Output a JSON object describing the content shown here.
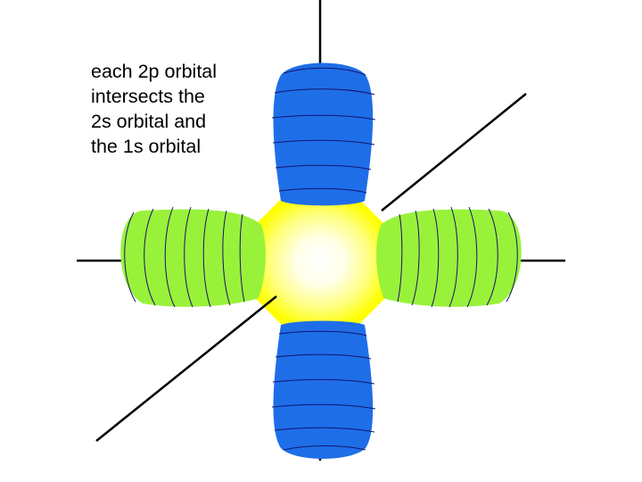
{
  "caption": {
    "lines": [
      "each 2p orbital",
      "intersects the",
      "2s orbital and",
      "the 1s orbital"
    ]
  },
  "colors": {
    "background": "#ffffff",
    "axis": "#000000",
    "lobe_vertical": "#1e6ee8",
    "lobe_horizontal": "#99f23a",
    "orbital_core_center": "#ffffff",
    "orbital_core_edge": "#ffff00",
    "contour": "#14146e"
  },
  "parts": [
    "axis-vertical",
    "axis-horizontal",
    "axis-diagonal",
    "s-orbital",
    "p-orbital-top",
    "p-orbital-bottom",
    "p-orbital-left",
    "p-orbital-right"
  ]
}
